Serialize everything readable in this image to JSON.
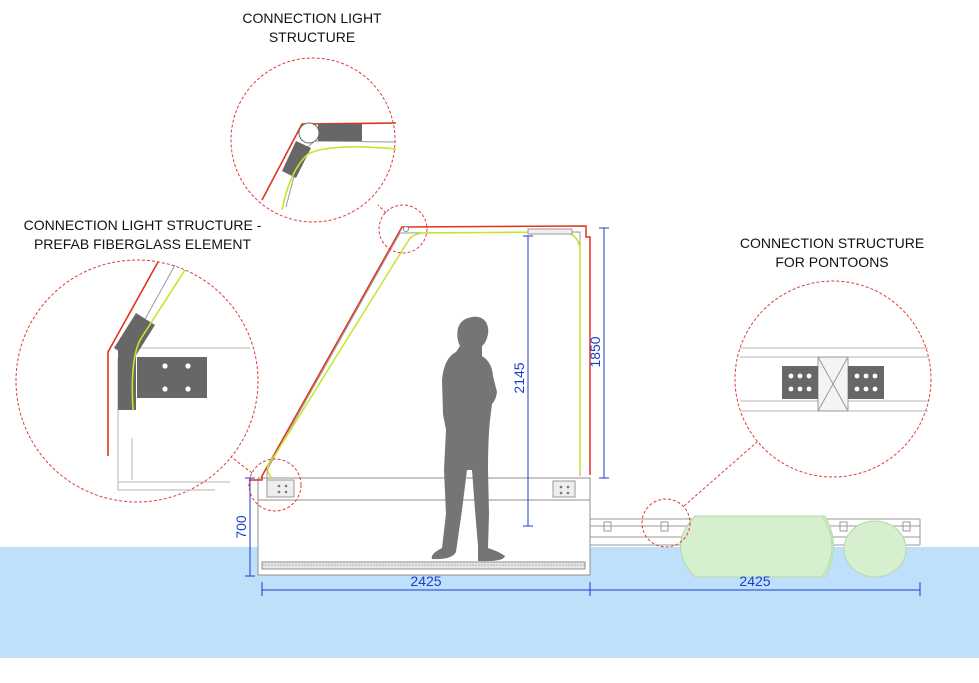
{
  "callouts": {
    "top": {
      "line1": "CONNECTION LIGHT",
      "line2": "STRUCTURE"
    },
    "left": {
      "line1": "CONNECTION LIGHT STRUCTURE -",
      "line2": "PREFAB FIBERGLASS ELEMENT"
    },
    "right": {
      "line1": "CONNECTION STRUCTURE",
      "line2": "FOR PONTOONS"
    }
  },
  "dimensions": {
    "height_2145": "2145",
    "height_1850": "1850",
    "height_700": "700",
    "width_hull": "2425",
    "width_pontoon": "2425"
  },
  "colors": {
    "water": "#bfe0fb",
    "dimension": "#1a3dcc",
    "shell_outer": "#e0341f",
    "shell_inner": "#c4e52a",
    "steel": "#676767",
    "pontoon": "#d6efcf",
    "callout": "#e03a3a"
  }
}
